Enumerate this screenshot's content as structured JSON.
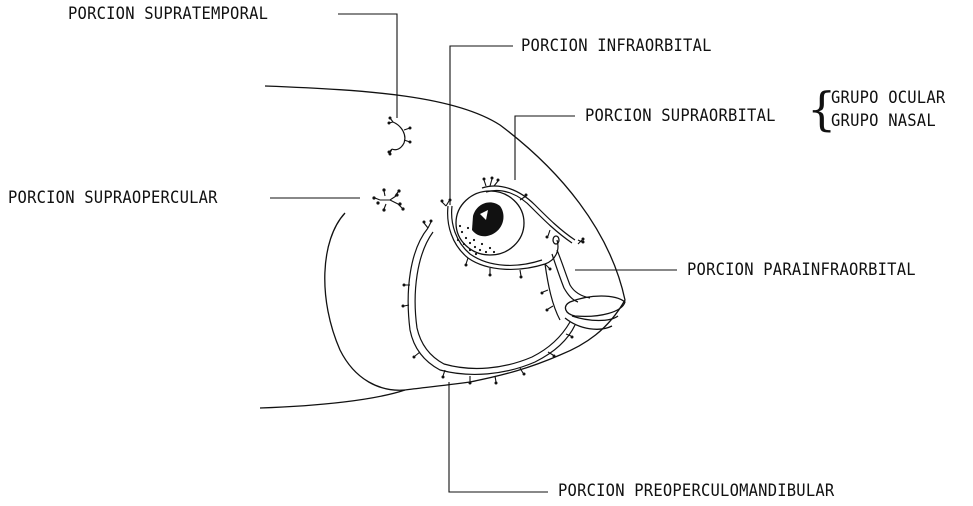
{
  "labels": {
    "supratemporal": "PORCION SUPRATEMPORAL",
    "infraorbital": "PORCION INFRAORBITAL",
    "supraorbital": "PORCION SUPRAORBITAL",
    "grupo_ocular": "GRUPO OCULAR",
    "grupo_nasal": "GRUPO NASAL",
    "supraopercular": "PORCION SUPRAOPERCULAR",
    "parainfraorbital": "PORCION PARAINFRAORBITAL",
    "preoperculomandibular": "PORCION PREOPERCULOMANDIBULAR"
  },
  "colors": {
    "ink": "#111111",
    "background": "#ffffff"
  }
}
